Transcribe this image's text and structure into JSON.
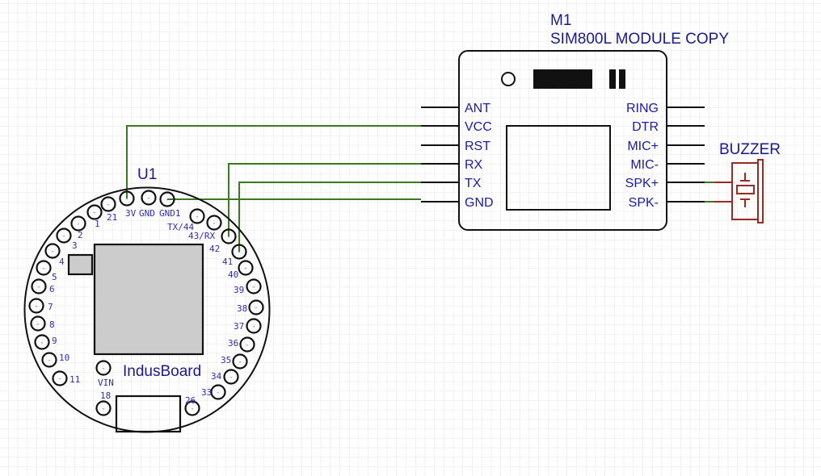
{
  "module": {
    "ref": "M1",
    "name": "SIM800L MODULE COPY",
    "left_pins": [
      "ANT",
      "VCC",
      "RST",
      "RX",
      "TX",
      "GND"
    ],
    "right_pins": [
      "RING",
      "DTR",
      "MIC+",
      "MIC-",
      "SPK+",
      "SPK-"
    ]
  },
  "board": {
    "ref": "U1",
    "name": "IndusBoard",
    "pins": [
      {
        "id": "21",
        "label": "21"
      },
      {
        "id": "3v",
        "label": "3V"
      },
      {
        "id": "gnd",
        "label": "GND"
      },
      {
        "id": "gnd1",
        "label": "GND1"
      },
      {
        "id": "1",
        "label": "1"
      },
      {
        "id": "2",
        "label": "2"
      },
      {
        "id": "3",
        "label": "3"
      },
      {
        "id": "4",
        "label": "4"
      },
      {
        "id": "5",
        "label": "5"
      },
      {
        "id": "6",
        "label": "6"
      },
      {
        "id": "7",
        "label": "7"
      },
      {
        "id": "8",
        "label": "8"
      },
      {
        "id": "9",
        "label": "9"
      },
      {
        "id": "10",
        "label": "10"
      },
      {
        "id": "11",
        "label": "11"
      },
      {
        "id": "vin",
        "label": "VIN"
      },
      {
        "id": "18",
        "label": "18"
      },
      {
        "id": "26",
        "label": "26"
      },
      {
        "id": "tx44",
        "label": "TX/44"
      },
      {
        "id": "43rx",
        "label": "43/RX"
      },
      {
        "id": "42",
        "label": "42"
      },
      {
        "id": "41",
        "label": "41"
      },
      {
        "id": "40",
        "label": "40"
      },
      {
        "id": "39",
        "label": "39"
      },
      {
        "id": "38",
        "label": "38"
      },
      {
        "id": "37",
        "label": "37"
      },
      {
        "id": "36",
        "label": "36"
      },
      {
        "id": "35",
        "label": "35"
      },
      {
        "id": "34",
        "label": "34"
      },
      {
        "id": "33",
        "label": "33"
      }
    ],
    "pad_mark": "-"
  },
  "buzzer": {
    "name": "BUZZER"
  },
  "connections": [
    {
      "from": "U1.3V",
      "to": "M1.VCC"
    },
    {
      "from": "U1.42",
      "to": "M1.RX"
    },
    {
      "from": "U1.41",
      "to": "M1.TX"
    },
    {
      "from": "U1.GND1",
      "to": "M1.GND"
    },
    {
      "from": "M1.SPK+",
      "to": "BUZZER"
    },
    {
      "from": "M1.SPK-",
      "to": "BUZZER"
    }
  ],
  "colors": {
    "wire": "#3a7a1f",
    "label": "#1a1a8c",
    "buzzer": "#9a2a22",
    "chip_fill": "#cccccc",
    "grid": "#e3e3e3"
  }
}
